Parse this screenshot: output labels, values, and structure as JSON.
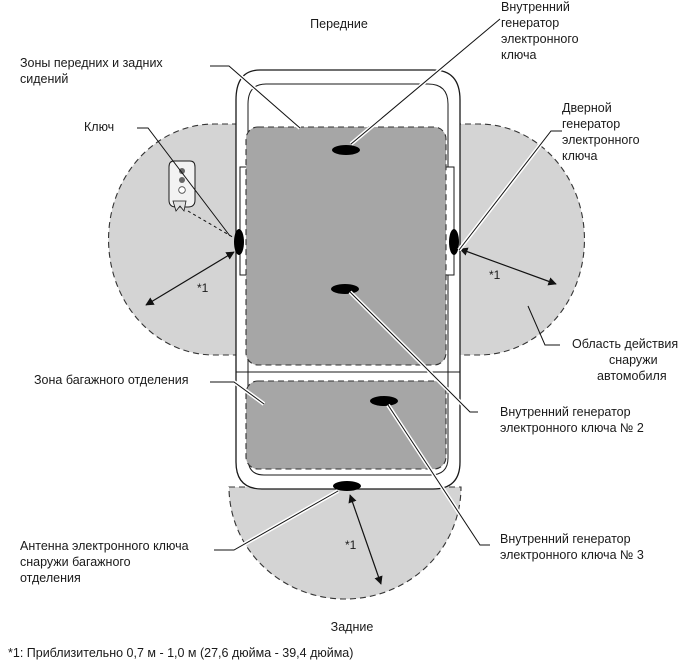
{
  "labels": {
    "front": "Передние",
    "rear": "Задние",
    "seat_zones": [
      "Зоны передних и задних",
      "сидений"
    ],
    "key": "Ключ",
    "interior_gen_1": [
      "Внутренний",
      "генератор",
      "электронного",
      "ключа"
    ],
    "door_gen": [
      "Дверной",
      "генератор",
      "электронного",
      "ключа"
    ],
    "exterior_area": [
      "Область действия",
      "снаружи",
      "автомобиля"
    ],
    "luggage_zone": "Зона багажного отделения",
    "interior_gen_2": [
      "Внутренний генератор",
      "электронного ключа № 2"
    ],
    "interior_gen_3": [
      "Внутренний генератор",
      "электронного ключа № 3"
    ],
    "luggage_antenna": [
      "Антенна электронного ключа",
      "снаружи багажного",
      "отделения"
    ],
    "marker": "*1",
    "footnote": "*1: Приблизительно 0,7 м - 1,0 м (27,6 дюйма - 39,4 дюйма)"
  },
  "colors": {
    "exterior_zone": "#d4d4d4",
    "interior_zone": "#a6a6a6",
    "generator": "#000000"
  }
}
